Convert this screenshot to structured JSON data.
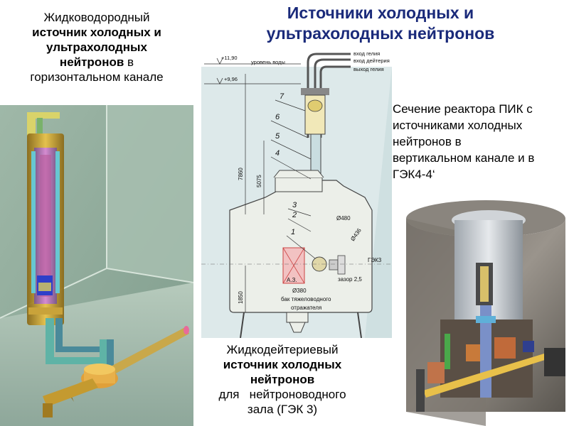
{
  "title": {
    "line1": "Источники холодных и",
    "line2": "ультрахолодных нейтронов"
  },
  "left_caption": {
    "line1": "Жидководородный",
    "line2": "источник холодных и",
    "line3": "ультрахолодных",
    "line4a": "нейтронов",
    "line4b": " в",
    "line5": "горизонтальном канале"
  },
  "right_caption": {
    "line1": "Сечение реактора ПИК с",
    "line2": "источниками холодных",
    "line3": "нейтронов в",
    "line4": "вертикальном канале и в",
    "line5": "ГЭК4-4‘"
  },
  "bottom_caption": {
    "line1": "Жидкодейтериевый",
    "line2": "источник холодных",
    "line3": "нейтронов",
    "line4": "для   нейтроноводного",
    "line5": "зала (ГЭК 3)"
  },
  "drawing": {
    "level_top": "+11,90",
    "level_water_mark": "+9,96",
    "water_level": "уровень воды",
    "helium_in": "вход гелия",
    "deuterium_in": "вход дейтерия",
    "helium_out": "выход гелия",
    "dim_7860": "7860",
    "dim_5075": "5075",
    "dim_1850": "1850",
    "diam_480": "Ø480",
    "diam_436": "Ø436",
    "diam_380": "Ø380",
    "az_label": "А.З.",
    "gek_label": "ГЭК3",
    "gap_label": "зазор 2,5",
    "tank_label_1": "бак тяжеловодного",
    "tank_label_2": "отражателя",
    "callouts": [
      "7",
      "6",
      "5",
      "4",
      "3",
      "2",
      "1"
    ]
  }
}
